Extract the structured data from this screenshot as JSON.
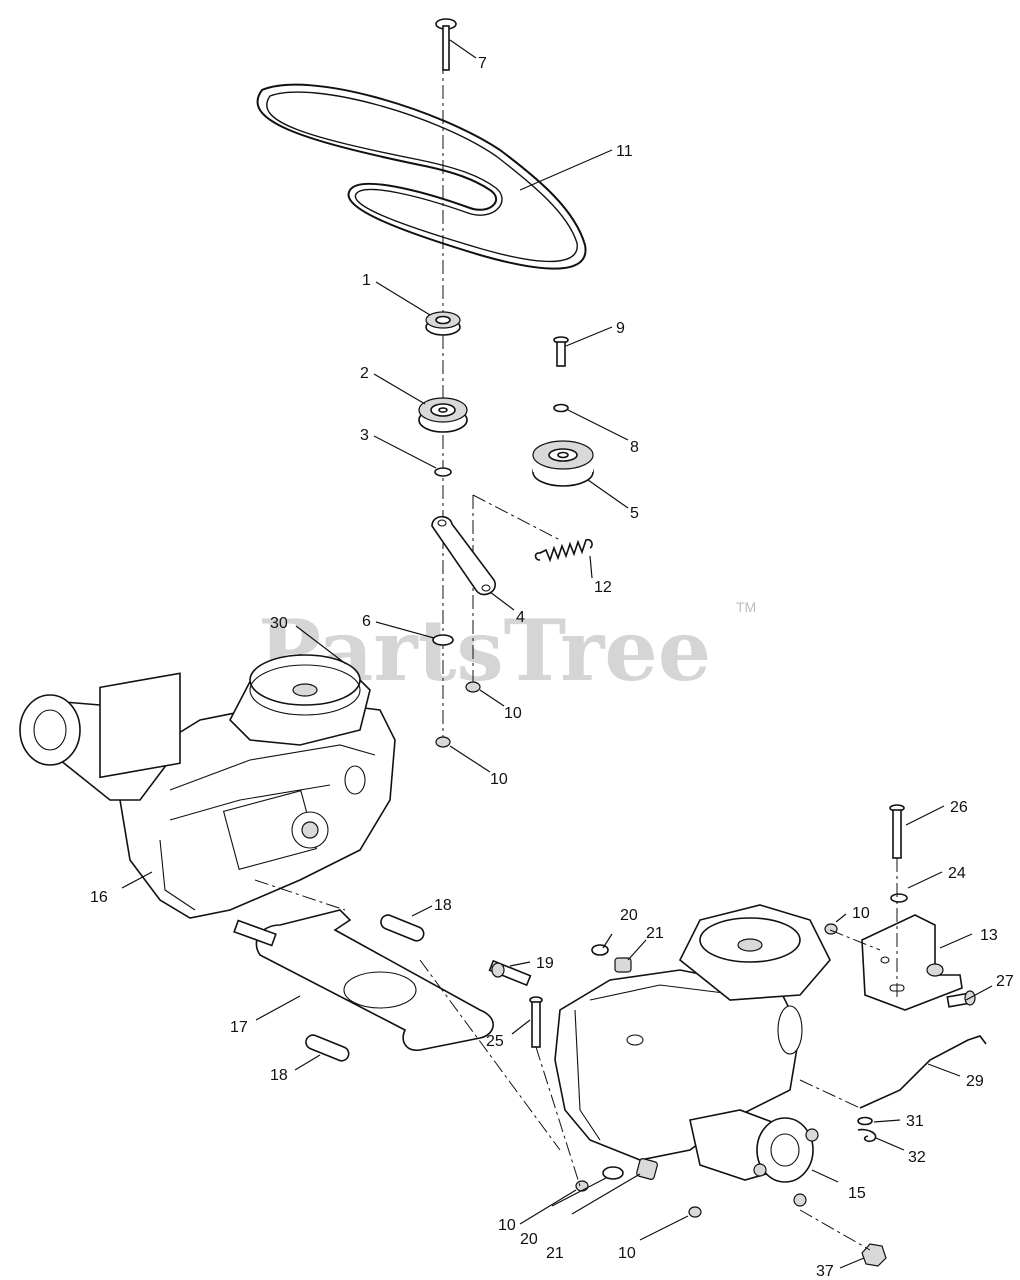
{
  "watermark": {
    "text": "PartsTree",
    "trademark": "TM"
  },
  "callouts": {
    "c1": "1",
    "c2": "2",
    "c3": "3",
    "c4": "4",
    "c5": "5",
    "c6": "6",
    "c7": "7",
    "c8": "8",
    "c9": "9",
    "c10a": "10",
    "c10b": "10",
    "c10c": "10",
    "c10d": "10",
    "c10e": "10",
    "c11": "11",
    "c12": "12",
    "c13": "13",
    "c15": "15",
    "c16": "16",
    "c17": "17",
    "c18a": "18",
    "c18b": "18",
    "c19": "19",
    "c20a": "20",
    "c20b": "20",
    "c21a": "21",
    "c21b": "21",
    "c24": "24",
    "c25": "25",
    "c26": "26",
    "c27": "27",
    "c29": "29",
    "c30": "30",
    "c31": "31",
    "c32": "32",
    "c37": "37"
  }
}
